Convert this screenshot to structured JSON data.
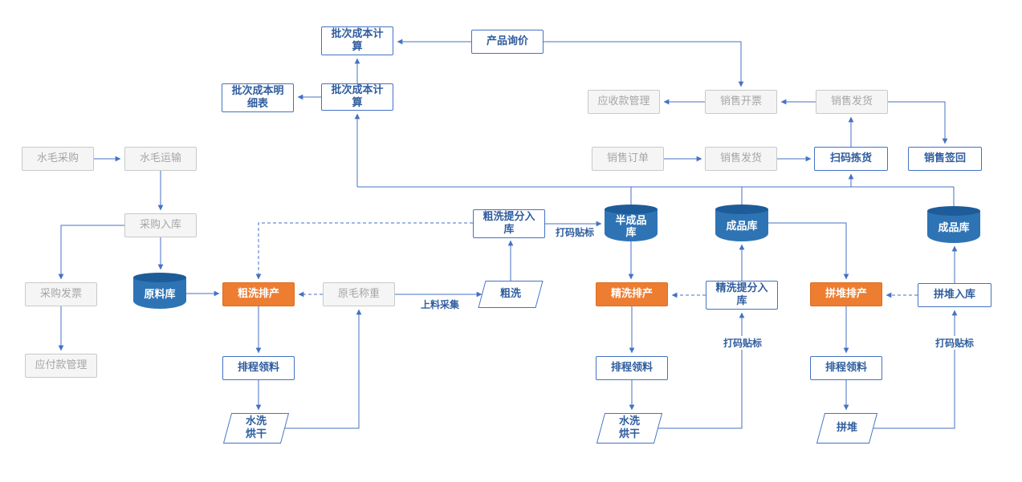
{
  "diagram": {
    "type": "flowchart",
    "language": "zh-CN",
    "accent_blue": "#4472C4",
    "accent_orange": "#ED7D31",
    "cylinder_blue": "#2E74B5",
    "gray_text": "#A6A6A6"
  },
  "nodes": {
    "shuimao_caigou": {
      "label": "水毛采购",
      "type": "process-gray"
    },
    "shuimao_yunshu": {
      "label": "水毛运输",
      "type": "process-gray"
    },
    "caigou_ruku": {
      "label": "采购入库",
      "type": "process-gray"
    },
    "caigou_fapiao": {
      "label": "采购发票",
      "type": "process-gray"
    },
    "yingfukuan_guanli": {
      "label": "应付款管理",
      "type": "process-gray"
    },
    "yuanliao_ku": {
      "label": "原料库",
      "type": "datastore"
    },
    "cuxi_paichan": {
      "label": "粗洗排产",
      "type": "process-orange"
    },
    "yuanmao_chengzhong": {
      "label": "原毛称重",
      "type": "process-gray"
    },
    "paicheng_lingliao_cuxi": {
      "label": "排程领料",
      "type": "process-blue"
    },
    "shuixi_honggan_cuxi": {
      "label": "水洗\n烘干",
      "type": "io"
    },
    "cuxi": {
      "label": "粗洗",
      "type": "io"
    },
    "cuxi_tifen_ruku": {
      "label": "粗洗提分入\n库",
      "type": "process-blue"
    },
    "banchengpin_ku": {
      "label": "半成品\n库",
      "type": "datastore"
    },
    "jingxi_paichan": {
      "label": "精洗排产",
      "type": "process-orange"
    },
    "paicheng_lingliao_jingxi": {
      "label": "排程领料",
      "type": "process-blue"
    },
    "shuixi_honggan_jingxi": {
      "label": "水洗\n烘干",
      "type": "io"
    },
    "jingxi_tifen_ruku": {
      "label": "精洗提分入\n库",
      "type": "process-blue"
    },
    "chengpin_ku": {
      "label": "成品库",
      "type": "datastore"
    },
    "pindui_paichan": {
      "label": "拼堆排产",
      "type": "process-orange"
    },
    "paicheng_lingliao_pindui": {
      "label": "排程领料",
      "type": "process-blue"
    },
    "pindui": {
      "label": "拼堆",
      "type": "io"
    },
    "pindui_ruku": {
      "label": "拼堆入库",
      "type": "process-blue"
    },
    "chengpin_ku_right": {
      "label": "成品库",
      "type": "datastore"
    },
    "pici_chengben_jisuan_top": {
      "label": "批次成本计\n算",
      "type": "process-blue"
    },
    "pici_chengben_jisuan": {
      "label": "批次成本计\n算",
      "type": "process-blue"
    },
    "pici_chengben_mingxibiao": {
      "label": "批次成本明\n细表",
      "type": "process-blue"
    },
    "chanpin_xunjia": {
      "label": "产品询价",
      "type": "process-blue"
    },
    "yingshoukuan_guanli": {
      "label": "应收款管理",
      "type": "process-gray"
    },
    "xiaoshou_kaipiao": {
      "label": "销售开票",
      "type": "process-gray"
    },
    "xiaoshou_fahuo_top": {
      "label": "销售发货",
      "type": "process-gray"
    },
    "xiaoshou_dingdan": {
      "label": "销售订单",
      "type": "process-gray"
    },
    "xiaoshou_fahuo": {
      "label": "销售发货",
      "type": "process-gray"
    },
    "saoma_jianhuo": {
      "label": "扫码拣货",
      "type": "process-blue"
    },
    "xiaoshou_qianhui": {
      "label": "销售签回",
      "type": "process-blue"
    }
  },
  "edge_labels": {
    "dama_tiebiao_1": "打码贴标",
    "shangliao_caiji": "上料采集",
    "dama_tiebiao_2": "打码贴标",
    "dama_tiebiao_3": "打码贴标"
  },
  "edges": [
    {
      "from": "水毛采购",
      "to": "水毛运输",
      "style": "solid",
      "label": ""
    },
    {
      "from": "水毛运输",
      "to": "采购入库",
      "style": "solid",
      "label": ""
    },
    {
      "from": "采购入库",
      "to": "原料库",
      "style": "solid",
      "label": ""
    },
    {
      "from": "采购入库",
      "to": "采购发票",
      "style": "solid",
      "label": ""
    },
    {
      "from": "采购发票",
      "to": "应付款管理",
      "style": "solid",
      "label": ""
    },
    {
      "from": "原料库",
      "to": "粗洗排产",
      "style": "solid",
      "label": ""
    },
    {
      "from": "原毛称重",
      "to": "粗洗排产",
      "style": "dashed",
      "label": ""
    },
    {
      "from": "粗洗提分入库",
      "to": "粗洗排产",
      "style": "dashed",
      "label": ""
    },
    {
      "from": "粗洗排产",
      "to": "排程领料(粗洗)",
      "style": "solid",
      "label": ""
    },
    {
      "from": "排程领料(粗洗)",
      "to": "水洗烘干(粗洗)",
      "style": "solid",
      "label": ""
    },
    {
      "from": "水洗烘干(粗洗)",
      "to": "原毛称重",
      "style": "solid",
      "label": ""
    },
    {
      "from": "原毛称重",
      "to": "粗洗",
      "style": "solid",
      "label": "上料采集"
    },
    {
      "from": "粗洗",
      "to": "粗洗提分入库",
      "style": "solid",
      "label": ""
    },
    {
      "from": "粗洗提分入库",
      "to": "半成品库",
      "style": "solid",
      "label": "打码贴标"
    },
    {
      "from": "半成品库",
      "to": "精洗排产",
      "style": "solid",
      "label": ""
    },
    {
      "from": "精洗提分入库",
      "to": "精洗排产",
      "style": "dashed",
      "label": ""
    },
    {
      "from": "精洗排产",
      "to": "排程领料(精洗)",
      "style": "solid",
      "label": ""
    },
    {
      "from": "排程领料(精洗)",
      "to": "水洗烘干(精洗)",
      "style": "solid",
      "label": ""
    },
    {
      "from": "水洗烘干(精洗)",
      "to": "精洗提分入库",
      "style": "solid",
      "label": "打码贴标"
    },
    {
      "from": "精洗提分入库",
      "to": "成品库",
      "style": "solid",
      "label": ""
    },
    {
      "from": "成品库",
      "to": "拼堆排产",
      "style": "solid",
      "label": ""
    },
    {
      "from": "拼堆入库",
      "to": "拼堆排产",
      "style": "dashed",
      "label": ""
    },
    {
      "from": "拼堆排产",
      "to": "排程领料(拼堆)",
      "style": "solid",
      "label": ""
    },
    {
      "from": "排程领料(拼堆)",
      "to": "拼堆",
      "style": "solid",
      "label": ""
    },
    {
      "from": "拼堆",
      "to": "拼堆入库",
      "style": "solid",
      "label": "打码贴标"
    },
    {
      "from": "拼堆入库",
      "to": "成品库(右)",
      "style": "solid",
      "label": ""
    },
    {
      "from": "半成品库",
      "to": "批次成本计算",
      "style": "solid",
      "label": ""
    },
    {
      "from": "成品库",
      "to": "批次成本计算",
      "style": "solid",
      "label": ""
    },
    {
      "from": "成品库(右)",
      "to": "批次成本计算",
      "style": "solid",
      "label": ""
    },
    {
      "from": "库存汇总线",
      "to": "扫码拣货",
      "style": "solid",
      "label": ""
    },
    {
      "from": "批次成本计算",
      "to": "批次成本计算(上)",
      "style": "solid",
      "label": ""
    },
    {
      "from": "批次成本计算",
      "to": "批次成本明细表",
      "style": "solid",
      "label": ""
    },
    {
      "from": "产品询价",
      "to": "批次成本计算(上)",
      "style": "solid",
      "label": ""
    },
    {
      "from": "产品询价",
      "to": "销售开票",
      "style": "solid",
      "label": ""
    },
    {
      "from": "销售开票",
      "to": "应收款管理",
      "style": "solid",
      "label": ""
    },
    {
      "from": "销售发货(上)",
      "to": "销售开票",
      "style": "solid",
      "label": ""
    },
    {
      "from": "销售订单",
      "to": "销售发货",
      "style": "solid",
      "label": ""
    },
    {
      "from": "销售发货",
      "to": "扫码拣货",
      "style": "solid",
      "label": ""
    },
    {
      "from": "扫码拣货",
      "to": "销售发货(上)",
      "style": "solid",
      "label": ""
    },
    {
      "from": "销售发货(上)",
      "to": "销售签回",
      "style": "solid",
      "label": ""
    }
  ]
}
